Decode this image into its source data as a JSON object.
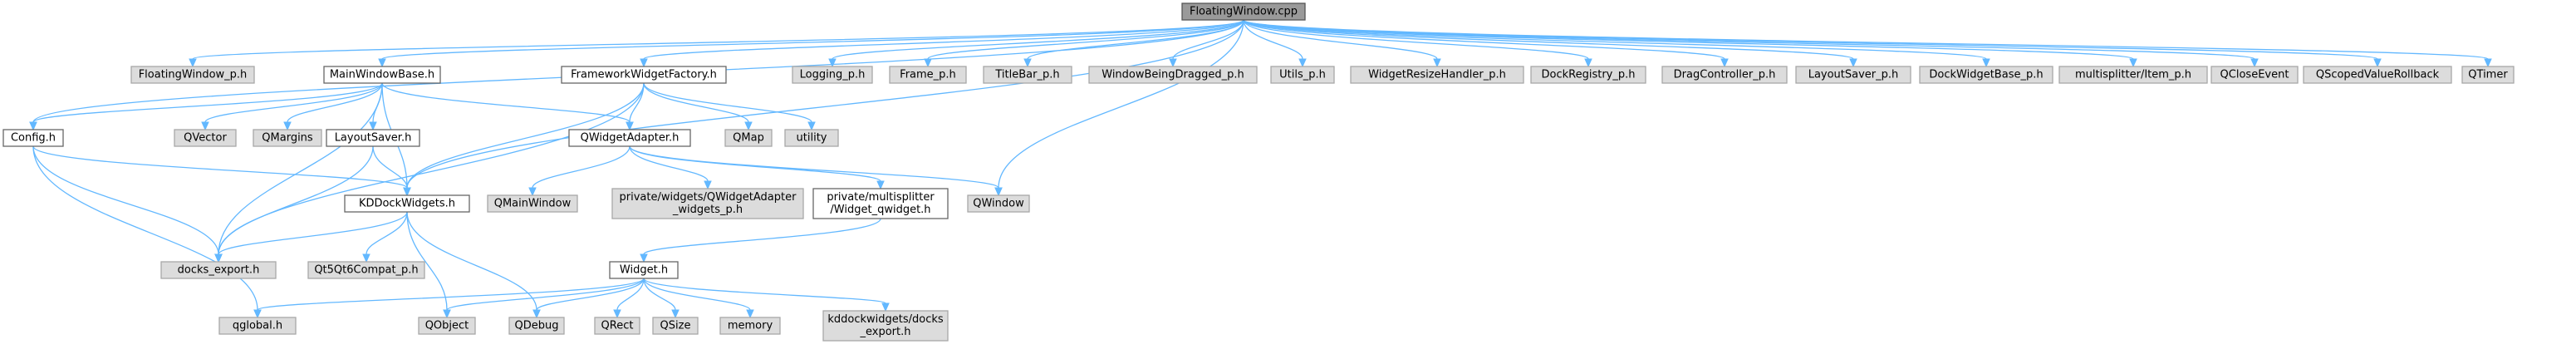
{
  "colors": {
    "edge": "#63b8ff",
    "root_fill": "#9a9a9a",
    "local_fill": "#ffffff",
    "external_fill": "#dcdcdc"
  },
  "nodes": [
    {
      "id": "root",
      "kind": "root",
      "lines": [
        "FloatingWindow.cpp"
      ]
    },
    {
      "id": "fwp",
      "kind": "ext",
      "lines": [
        "FloatingWindow_p.h"
      ]
    },
    {
      "id": "mwb",
      "kind": "local",
      "lines": [
        "MainWindowBase.h"
      ]
    },
    {
      "id": "fwf",
      "kind": "local",
      "lines": [
        "FrameworkWidgetFactory.h"
      ]
    },
    {
      "id": "logp",
      "kind": "ext",
      "lines": [
        "Logging_p.h"
      ]
    },
    {
      "id": "framep",
      "kind": "ext",
      "lines": [
        "Frame_p.h"
      ]
    },
    {
      "id": "tbp",
      "kind": "ext",
      "lines": [
        "TitleBar_p.h"
      ]
    },
    {
      "id": "wbd",
      "kind": "ext",
      "lines": [
        "WindowBeingDragged_p.h"
      ]
    },
    {
      "id": "utilp",
      "kind": "ext",
      "lines": [
        "Utils_p.h"
      ]
    },
    {
      "id": "wrh",
      "kind": "ext",
      "lines": [
        "WidgetResizeHandler_p.h"
      ]
    },
    {
      "id": "dreg",
      "kind": "ext",
      "lines": [
        "DockRegistry_p.h"
      ]
    },
    {
      "id": "dctl",
      "kind": "ext",
      "lines": [
        "DragController_p.h"
      ]
    },
    {
      "id": "lsp",
      "kind": "ext",
      "lines": [
        "LayoutSaver_p.h"
      ]
    },
    {
      "id": "dwb",
      "kind": "ext",
      "lines": [
        "DockWidgetBase_p.h"
      ]
    },
    {
      "id": "msi",
      "kind": "ext",
      "lines": [
        "multisplitter/Item_p.h"
      ]
    },
    {
      "id": "qce",
      "kind": "ext",
      "lines": [
        "QCloseEvent"
      ]
    },
    {
      "id": "qsvr",
      "kind": "ext",
      "lines": [
        "QScopedValueRollback"
      ]
    },
    {
      "id": "qtimer",
      "kind": "ext",
      "lines": [
        "QTimer"
      ]
    },
    {
      "id": "config",
      "kind": "local",
      "lines": [
        "Config.h"
      ]
    },
    {
      "id": "qvector",
      "kind": "ext",
      "lines": [
        "QVector"
      ]
    },
    {
      "id": "qmargins",
      "kind": "ext",
      "lines": [
        "QMargins"
      ]
    },
    {
      "id": "ls",
      "kind": "local",
      "lines": [
        "LayoutSaver.h"
      ]
    },
    {
      "id": "qwa",
      "kind": "local",
      "lines": [
        "QWidgetAdapter.h"
      ]
    },
    {
      "id": "qmap",
      "kind": "ext",
      "lines": [
        "QMap"
      ]
    },
    {
      "id": "utility",
      "kind": "ext",
      "lines": [
        "utility"
      ]
    },
    {
      "id": "kdd",
      "kind": "local",
      "lines": [
        "KDDockWidgets.h"
      ]
    },
    {
      "id": "qmw",
      "kind": "ext",
      "lines": [
        "QMainWindow"
      ]
    },
    {
      "id": "pwqa",
      "kind": "ext",
      "lines": [
        "private/widgets/QWidgetAdapter",
        "_widgets_p.h"
      ]
    },
    {
      "id": "pmwq",
      "kind": "local",
      "lines": [
        "private/multisplitter",
        "/Widget_qwidget.h"
      ]
    },
    {
      "id": "qwindow",
      "kind": "ext",
      "lines": [
        "QWindow"
      ]
    },
    {
      "id": "dexp",
      "kind": "ext",
      "lines": [
        "docks_export.h"
      ]
    },
    {
      "id": "qt5qt6",
      "kind": "ext",
      "lines": [
        "Qt5Qt6Compat_p.h"
      ]
    },
    {
      "id": "widgeth",
      "kind": "local",
      "lines": [
        "Widget.h"
      ]
    },
    {
      "id": "qglobal",
      "kind": "ext",
      "lines": [
        "qglobal.h"
      ]
    },
    {
      "id": "qobject",
      "kind": "ext",
      "lines": [
        "QObject"
      ]
    },
    {
      "id": "qdebug",
      "kind": "ext",
      "lines": [
        "QDebug"
      ]
    },
    {
      "id": "qrect",
      "kind": "ext",
      "lines": [
        "QRect"
      ]
    },
    {
      "id": "qsize",
      "kind": "ext",
      "lines": [
        "QSize"
      ]
    },
    {
      "id": "memory",
      "kind": "ext",
      "lines": [
        "memory"
      ]
    },
    {
      "id": "kddexp",
      "kind": "ext",
      "lines": [
        "kddockwidgets/docks",
        "_export.h"
      ]
    }
  ],
  "edges": [
    [
      "root",
      "fwp"
    ],
    [
      "root",
      "mwb"
    ],
    [
      "root",
      "fwf"
    ],
    [
      "root",
      "logp"
    ],
    [
      "root",
      "framep"
    ],
    [
      "root",
      "tbp"
    ],
    [
      "root",
      "wbd"
    ],
    [
      "root",
      "utilp"
    ],
    [
      "root",
      "wrh"
    ],
    [
      "root",
      "dreg"
    ],
    [
      "root",
      "dctl"
    ],
    [
      "root",
      "lsp"
    ],
    [
      "root",
      "dwb"
    ],
    [
      "root",
      "msi"
    ],
    [
      "root",
      "qce"
    ],
    [
      "root",
      "qsvr"
    ],
    [
      "root",
      "qtimer"
    ],
    [
      "root",
      "config"
    ],
    [
      "root",
      "kdd"
    ],
    [
      "root",
      "qwindow"
    ],
    [
      "mwb",
      "config"
    ],
    [
      "mwb",
      "qvector"
    ],
    [
      "mwb",
      "qmargins"
    ],
    [
      "mwb",
      "ls"
    ],
    [
      "mwb",
      "kdd"
    ],
    [
      "mwb",
      "qwa"
    ],
    [
      "mwb",
      "dexp"
    ],
    [
      "fwf",
      "kdd"
    ],
    [
      "fwf",
      "qwa"
    ],
    [
      "fwf",
      "qmap"
    ],
    [
      "fwf",
      "utility"
    ],
    [
      "fwf",
      "dexp"
    ],
    [
      "config",
      "kdd"
    ],
    [
      "config",
      "dexp"
    ],
    [
      "config",
      "qglobal"
    ],
    [
      "ls",
      "kdd"
    ],
    [
      "ls",
      "dexp"
    ],
    [
      "qwa",
      "qmw"
    ],
    [
      "qwa",
      "pwqa"
    ],
    [
      "qwa",
      "pmwq"
    ],
    [
      "qwa",
      "qwindow"
    ],
    [
      "kdd",
      "dexp"
    ],
    [
      "kdd",
      "qt5qt6"
    ],
    [
      "kdd",
      "qobject"
    ],
    [
      "kdd",
      "qdebug"
    ],
    [
      "pmwq",
      "widgeth"
    ],
    [
      "widgeth",
      "qglobal"
    ],
    [
      "widgeth",
      "qobject"
    ],
    [
      "widgeth",
      "qdebug"
    ],
    [
      "widgeth",
      "qrect"
    ],
    [
      "widgeth",
      "qsize"
    ],
    [
      "widgeth",
      "memory"
    ],
    [
      "widgeth",
      "kddexp"
    ]
  ]
}
